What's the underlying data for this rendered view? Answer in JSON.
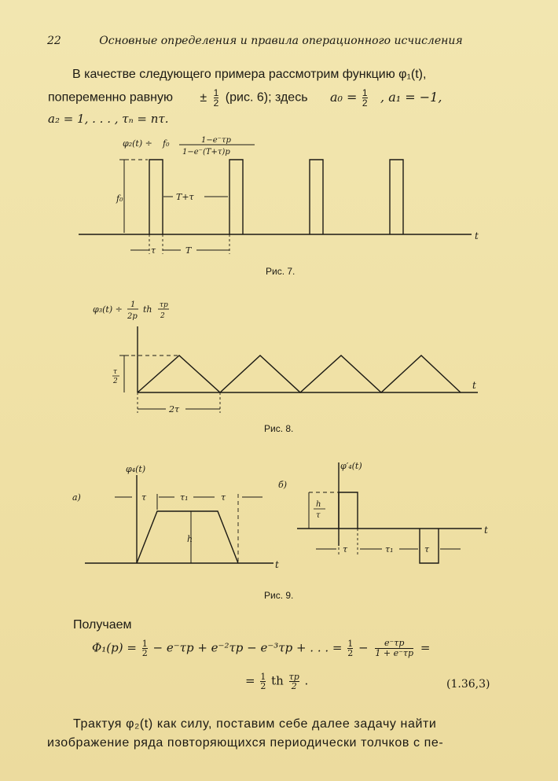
{
  "header": {
    "page_number": "22",
    "running_title": "Основные определения и правила операционного исчисления"
  },
  "intro": {
    "line1": "В качестве следующего примера рассмотрим функцию φ₁(t),",
    "line2_a": "попеременно равную",
    "line2_pm": "±",
    "line2_b": "(рис. 6); здесь",
    "line2_c": "a₀ =",
    "line2_d": ", a₁ = −1,",
    "line3": "a₂ = 1, . . . , τₙ = nτ.",
    "half_num": "1",
    "half_den": "2"
  },
  "fig7": {
    "caption": "Рис. 7.",
    "lhs": "φ₂(t) ÷",
    "f0": "f₀",
    "num": "1−e⁻τp",
    "den": "1−e⁻(T+τ)p",
    "f0_axis": "f₀",
    "Tplus": "T+τ",
    "tau": "τ",
    "T": "T",
    "t": "t"
  },
  "fig8": {
    "caption": "Рис. 8.",
    "lhs": "φ₃(t) ÷",
    "frac_num": "1",
    "frac_den": "2p",
    "th": "th",
    "arg_num": "τp",
    "arg_den": "2",
    "ylab_num": "τ",
    "ylab_den": "2",
    "period": "2τ",
    "t": "t"
  },
  "fig9": {
    "caption": "Рис. 9.",
    "a_label": "a)",
    "b_label": "б)",
    "a_func": "φ₄(t)",
    "b_func": "φ′₄(t)",
    "tau": "τ",
    "tau1": "τ₁",
    "h": "h",
    "h_over_num": "h",
    "h_over_den": "τ",
    "t": "t"
  },
  "text_after": {
    "poluchaem": "Получаем",
    "eq_left": "Φ₁(p) =",
    "eq_series": "− e⁻τp + e⁻²τp − e⁻³τp + . . . =",
    "eq_minus": "−",
    "eq_fr_num": "e⁻τp",
    "eq_fr_den": "1 + e⁻τp",
    "eq_eq": "=",
    "eq2_eq": "=",
    "eq2_th": "th",
    "eq2_arg_num": "τp",
    "eq2_arg_den": "2",
    "eq_number": "(1.36,3)",
    "final1": "Трактуя φ₂(t) как силу, поставим себе далее задачу найти",
    "final2": "изображение ряда повторяющихся периодически толчков с пе-"
  }
}
